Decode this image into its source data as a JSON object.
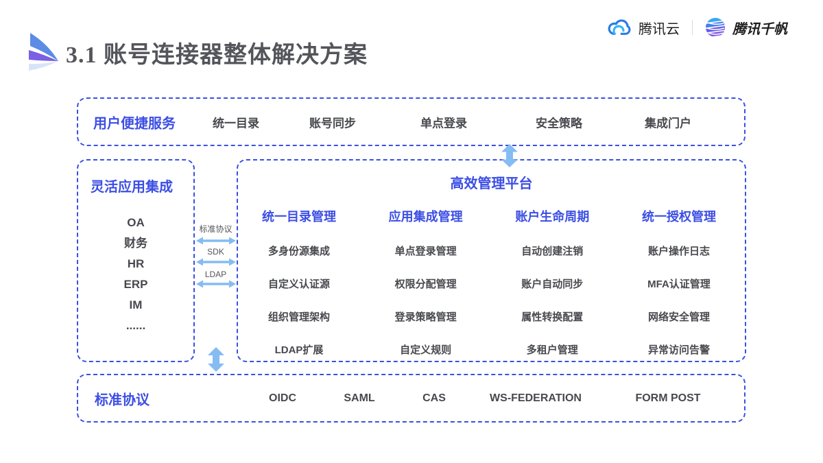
{
  "header": {
    "title": "3.1 账号连接器整体解决方案",
    "brand_tencent_cloud": "腾讯云",
    "brand_qianfan": "腾讯千帆"
  },
  "top_box": {
    "title": "用户便捷服务",
    "items": [
      "统一目录",
      "账号同步",
      "单点登录",
      "安全策略",
      "集成门户"
    ]
  },
  "left_box": {
    "title": "灵活应用集成",
    "items": [
      "OA",
      "财务",
      "HR",
      "ERP",
      "IM",
      "......"
    ]
  },
  "connector": {
    "labels": [
      "标准协议",
      "SDK",
      "LDAP"
    ]
  },
  "platform_box": {
    "title": "高效管理平台",
    "columns": [
      {
        "header": "统一目录管理",
        "items": [
          "多身份源集成",
          "自定义认证源",
          "组织管理架构",
          "LDAP扩展"
        ]
      },
      {
        "header": "应用集成管理",
        "items": [
          "单点登录管理",
          "权限分配管理",
          "登录策略管理",
          "自定义规则"
        ]
      },
      {
        "header": "账户生命周期",
        "items": [
          "自动创建注销",
          "账户自动同步",
          "属性转换配置",
          "多租户管理"
        ]
      },
      {
        "header": "统一授权管理",
        "items": [
          "账户操作日志",
          "MFA认证管理",
          "网络安全管理",
          "异常访问告警"
        ]
      }
    ]
  },
  "bottom_box": {
    "title": "标准协议",
    "items": [
      "OIDC",
      "SAML",
      "CAS",
      "WS-FEDERATION",
      "FORM POST"
    ]
  },
  "colors": {
    "accent_blue": "#3C4EE4",
    "border_blue": "#3A50E0",
    "arrow_light_blue": "#85BCF2",
    "text_dark": "#48494E"
  }
}
